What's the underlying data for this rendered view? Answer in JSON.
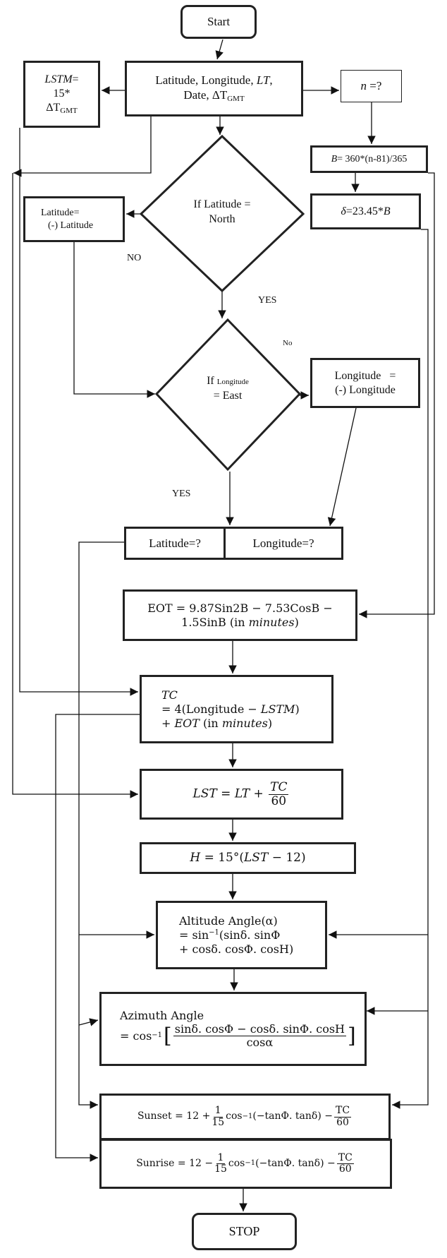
{
  "title": "Solar position flowchart",
  "nodes": {
    "start": "Start",
    "inputs_line1": "Latitude, Longitude, ",
    "inputs_lt": "LT",
    "inputs_line1_end": ",",
    "inputs_line2": "Date, ΔT",
    "inputs_sub": "GMT",
    "lstm_var": "LSTM",
    "lstm_eq": "=",
    "lstm_line2": "15*",
    "lstm_line3": "ΔT",
    "lstm_sub": "GMT",
    "n_var": "n",
    "n_eq": " =?",
    "b_var": "B",
    "b_eq": "= 360*(n-81)/365",
    "delta_var": "δ",
    "delta_eq": "=23.45*",
    "delta_b": "B",
    "decision_lat_line1": "If Latitude =",
    "decision_lat_line2": "North",
    "lat_neg_line1": "Latitude=",
    "lat_neg_line2": "(-) Latitude",
    "decision_long_if": "If ",
    "decision_long_word": "Longitude",
    "decision_long_line2": "= East",
    "long_neg_line1": "Longitude   =",
    "long_neg_line2": "(-) Longitude",
    "lat_q": "Latitude=?",
    "long_q": "Longitude=?",
    "eot_line1": "EOT = 9.87Sin2B − 7.53CosB −",
    "eot_line2": "1.5SinB (in ",
    "eot_minutes": "minutes",
    "eot_close": ")",
    "tc_line1": "TC",
    "tc_line2a": "= 4(Longitude − ",
    "tc_line2b": "LSTM",
    "tc_line2c": ")",
    "tc_line3a": "+ ",
    "tc_line3b": "EOT",
    "tc_line3c": " (in ",
    "tc_line3d": "minutes",
    "tc_line3e": ")",
    "lst_lhs": "LST = LT + ",
    "lst_num": "TC",
    "lst_den": "60",
    "h_formula_a": "H",
    "h_formula_b": " = 15°(",
    "h_formula_c": "LST",
    "h_formula_d": " − 12)",
    "alt_line1": "Altitude Angle(α)",
    "alt_line2a": "= sin",
    "alt_line2_sup": "−1",
    "alt_line2b": "(sinδ. sinΦ",
    "alt_line3": "+ cosδ. cosΦ. cosH)",
    "az_line1": "Azimuth Angle",
    "az_line2a": "= cos",
    "az_sup": "−1",
    "az_num": "sinδ. cosΦ − cosδ. sinΦ. cosH",
    "az_den": "cosα",
    "sunset_a": "Sunset = 12 + ",
    "sunrise_a": "Sunrise = 12 − ",
    "frac_one": "1",
    "frac_fifteen": "15",
    "sun_mid_a": "cos",
    "sun_sup": "−1",
    "sun_mid_b": "(−tanΦ. tanδ) − ",
    "sun_tc": "TC",
    "sun_60": "60",
    "stop": "STOP"
  },
  "edge_labels": {
    "no_lat": "NO",
    "yes_lat": "YES",
    "no_long": "No",
    "yes_long": "YES"
  }
}
